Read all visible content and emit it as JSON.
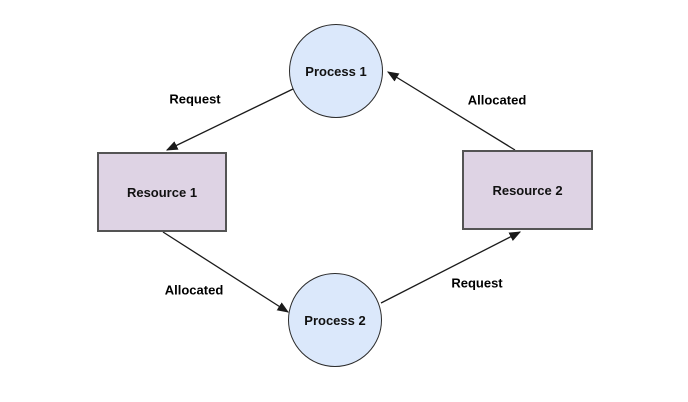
{
  "diagram": {
    "type": "resource-allocation-graph",
    "background_color": "#ffffff",
    "edge_color": "#1a1a1a",
    "nodes": [
      {
        "id": "process-1",
        "label": "Process 1",
        "shape": "circle",
        "fill": "#dbe8fb",
        "stroke": "#2b2b2b"
      },
      {
        "id": "resource-1",
        "label": "Resource 1",
        "shape": "rectangle",
        "fill": "#ded3e4",
        "stroke": "#545454"
      },
      {
        "id": "resource-2",
        "label": "Resource 2",
        "shape": "rectangle",
        "fill": "#ded3e4",
        "stroke": "#545454"
      },
      {
        "id": "process-2",
        "label": "Process 2",
        "shape": "circle",
        "fill": "#dbe8fb",
        "stroke": "#2b2b2b"
      }
    ],
    "edges": [
      {
        "from": "process-1",
        "to": "resource-1",
        "label": "Request"
      },
      {
        "from": "resource-2",
        "to": "process-1",
        "label": "Allocated"
      },
      {
        "from": "resource-1",
        "to": "process-2",
        "label": "Allocated"
      },
      {
        "from": "process-2",
        "to": "resource-2",
        "label": "Request"
      }
    ]
  }
}
